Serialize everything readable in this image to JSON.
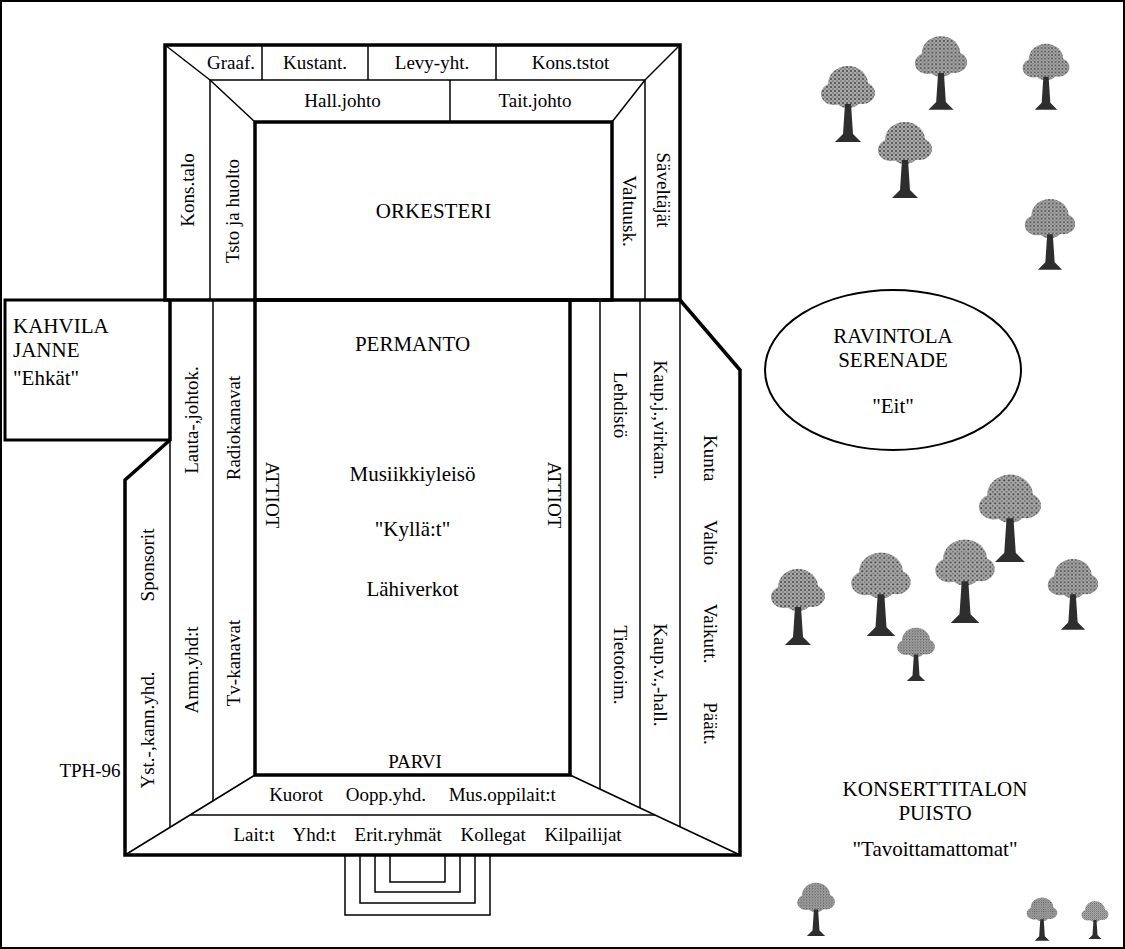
{
  "diagram": {
    "nodes": [
      {
        "text": [
          "Graaf."
        ]
      },
      {
        "text": [
          "Kustant."
        ]
      },
      {
        "text": [
          "Levy-yht."
        ]
      },
      {
        "text": [
          "Kons.tstot"
        ]
      },
      {
        "text": [
          "Hall.johto"
        ]
      },
      {
        "text": [
          "Tait.johto"
        ]
      },
      {
        "text": [
          "Kons.talo"
        ]
      },
      {
        "text": [
          "Tsto ja huolto"
        ]
      },
      {
        "text": [
          "ORKESTERI"
        ]
      },
      {
        "text": [
          "Valtuusk."
        ]
      },
      {
        "text": [
          "Säveltäjät"
        ]
      },
      {
        "text": [
          "RAVINTOLA SERENADE",
          "\"Eit\""
        ]
      },
      {
        "text": [
          "KAHVILA JANNE",
          "\"Ehkät\""
        ]
      },
      {
        "text": [
          "PERMANTO",
          "Musiikkiyleisö",
          "\"Kyllä:t\"",
          "Lähiverkot"
        ]
      },
      {
        "text": [
          "Sponsorit"
        ]
      },
      {
        "text": [
          "Lauta-,johtok."
        ]
      },
      {
        "text": [
          "Radiokanavat"
        ]
      },
      {
        "text": [
          "Lehdistö"
        ]
      },
      {
        "text": [
          "Kaup.j.,virkam."
        ]
      },
      {
        "text": [
          "Kunta Valtio Vaikutt. Päätt."
        ]
      },
      {
        "text": [
          "Yst.-,kann.yhd."
        ]
      },
      {
        "text": [
          "Amm.yhd:t"
        ]
      },
      {
        "text": [
          "Tv-kanavat"
        ]
      },
      {
        "text": [
          "Tietotoim."
        ]
      },
      {
        "text": [
          "Kaup.v.,-hall."
        ]
      },
      {
        "text": [
          "Kuorot Oopp.yhd. Mus.oppilait:t"
        ]
      },
      {
        "text": [
          "Lait:t Yhd:t Erit.ryhmät Kollegat Kilpailijat"
        ]
      },
      {
        "text": [
          "KONSERTTITALON PUISTO",
          "\"Tavoittamattomat\""
        ]
      }
    ],
    "labels": [
      "ATTIOT",
      "ATTIOT",
      "PARVI",
      "TPH-96"
    ]
  }
}
